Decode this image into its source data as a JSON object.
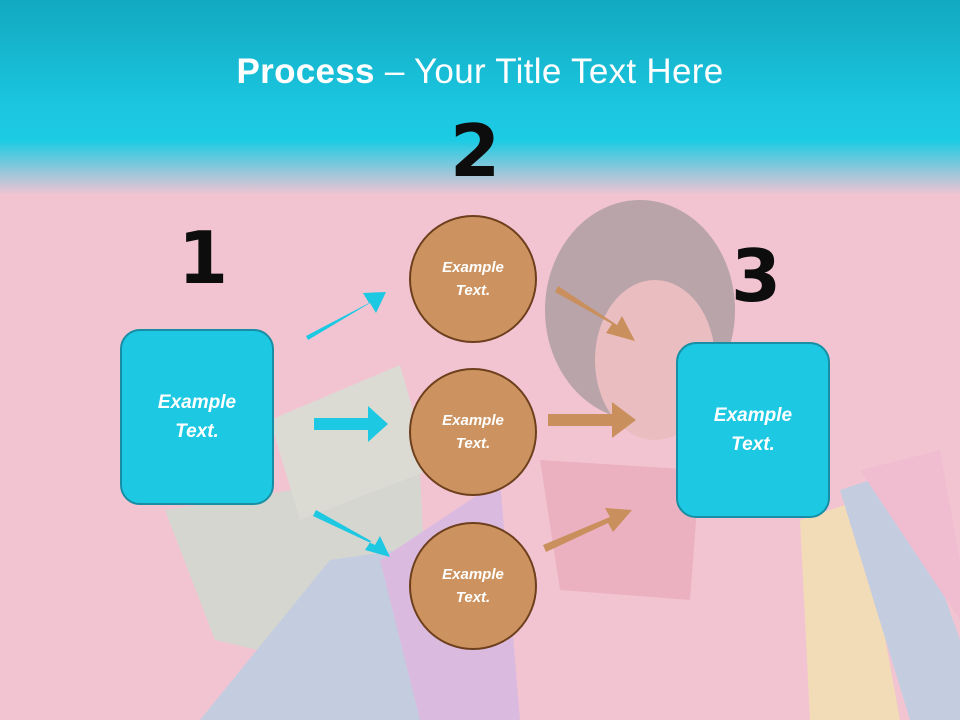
{
  "title": {
    "bold": "Process",
    "rest": " – Your Title Text Here"
  },
  "steps": {
    "one": "1",
    "two": "2",
    "three": "3"
  },
  "boxes": {
    "left": "Example Text.",
    "right": "Example Text."
  },
  "circles": {
    "top": "Example Text.",
    "middle": "Example Text.",
    "bottom": "Example Text."
  },
  "colors": {
    "header_teal": "#1bc6e0",
    "background_pink": "#f2c4d2",
    "box_fill": "#1dc8e2",
    "circle_fill": "#cc9360",
    "arrow_blue": "#1dc8e2",
    "arrow_brown": "#c98f5c"
  }
}
